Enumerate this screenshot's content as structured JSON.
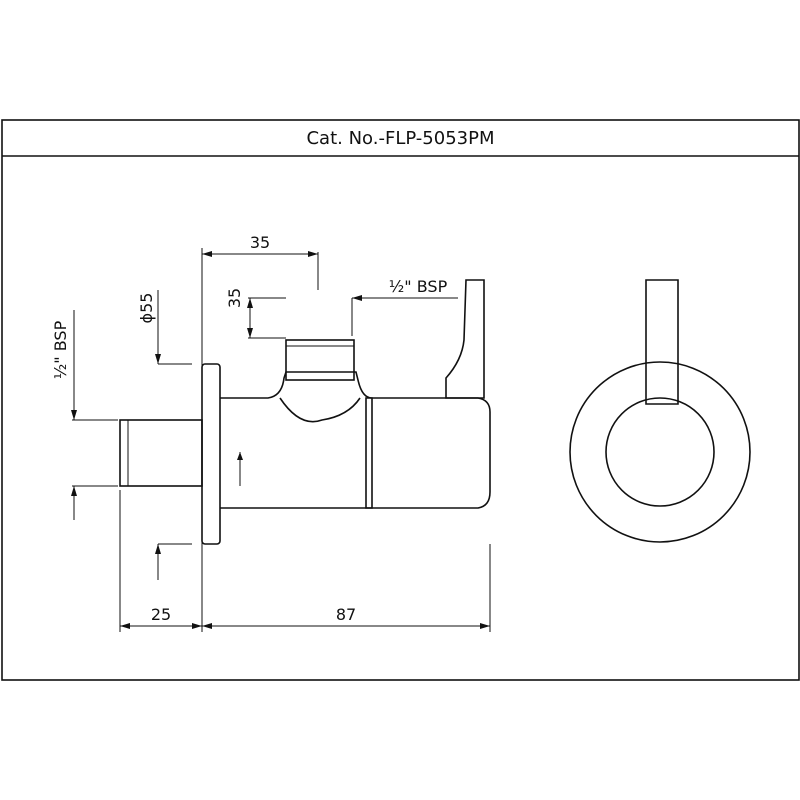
{
  "title": "Cat. No.-FLP-5053PM",
  "dimensions": {
    "top_width": "35",
    "outlet_height": "35",
    "flange_diameter": "ϕ55",
    "inlet_length": "25",
    "body_length": "87"
  },
  "thread_labels": {
    "inlet": "½\" BSP",
    "outlet": "½\" BSP"
  }
}
